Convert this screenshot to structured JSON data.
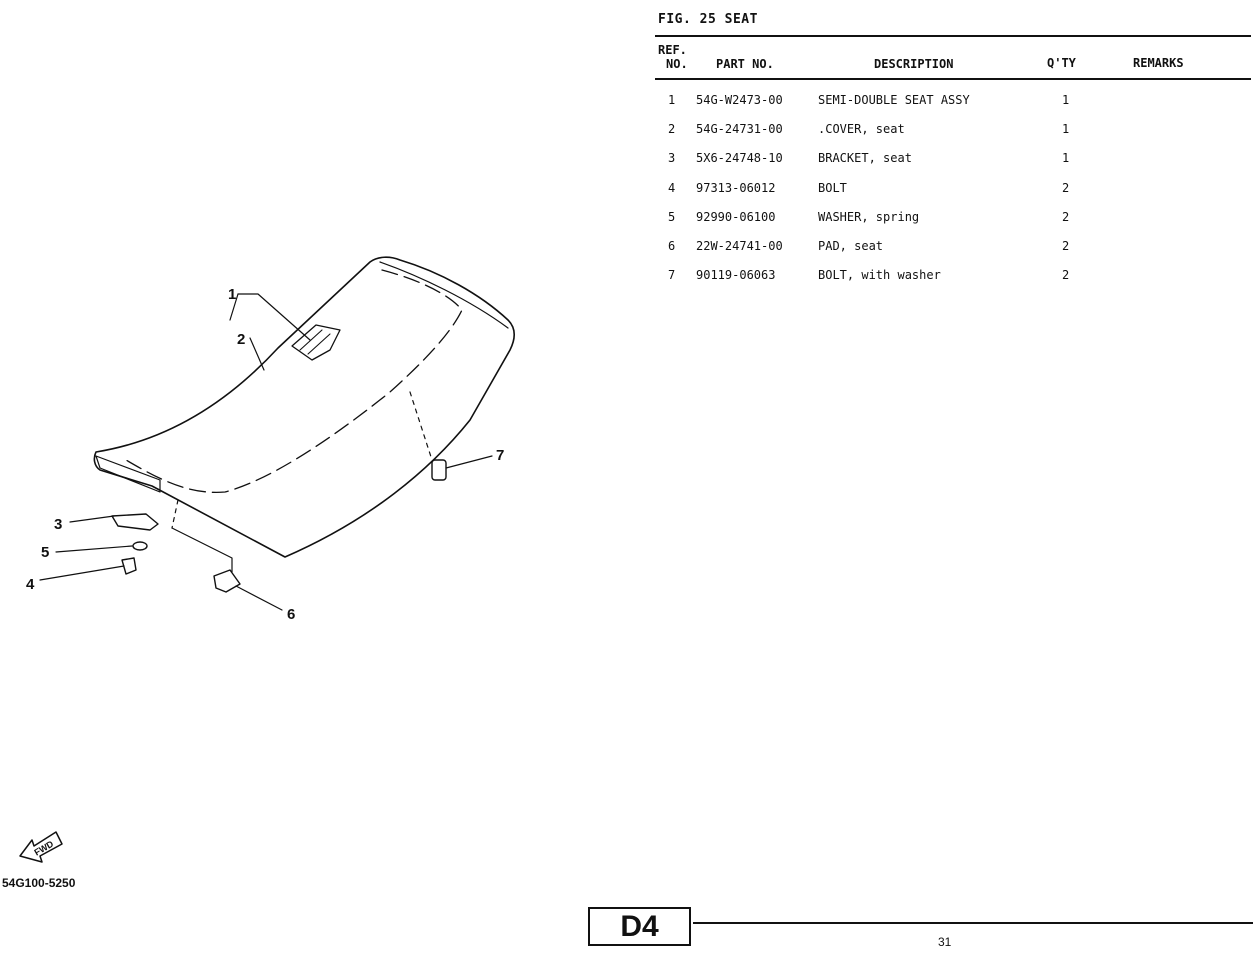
{
  "figure": {
    "title": "FIG. 25  SEAT",
    "page_number": "31",
    "section_code": "D4",
    "catalog_code": "54G100-5250",
    "fwd_label": "FWD"
  },
  "table": {
    "headers": {
      "ref_line1": "REF.",
      "ref_line2": "NO.",
      "part_no": "PART NO.",
      "description": "DESCRIPTION",
      "qty": "Q'TY",
      "remarks": "REMARKS"
    },
    "rows": [
      {
        "ref": "1",
        "part_no": "54G-W2473-00",
        "description": "SEMI-DOUBLE SEAT ASSY",
        "qty": "1",
        "remarks": ""
      },
      {
        "ref": "2",
        "part_no": "54G-24731-00",
        "description": ".COVER, seat",
        "qty": "1",
        "remarks": ""
      },
      {
        "ref": "3",
        "part_no": "5X6-24748-10",
        "description": "BRACKET, seat",
        "qty": "1",
        "remarks": ""
      },
      {
        "ref": "4",
        "part_no": "97313-06012",
        "description": "BOLT",
        "qty": "2",
        "remarks": ""
      },
      {
        "ref": "5",
        "part_no": "92990-06100",
        "description": "WASHER, spring",
        "qty": "2",
        "remarks": ""
      },
      {
        "ref": "6",
        "part_no": "22W-24741-00",
        "description": "PAD, seat",
        "qty": "2",
        "remarks": ""
      },
      {
        "ref": "7",
        "part_no": "90119-06063",
        "description": "BOLT, with washer",
        "qty": "2",
        "remarks": ""
      }
    ]
  },
  "callouts": [
    "1",
    "2",
    "3",
    "4",
    "5",
    "6",
    "7"
  ]
}
